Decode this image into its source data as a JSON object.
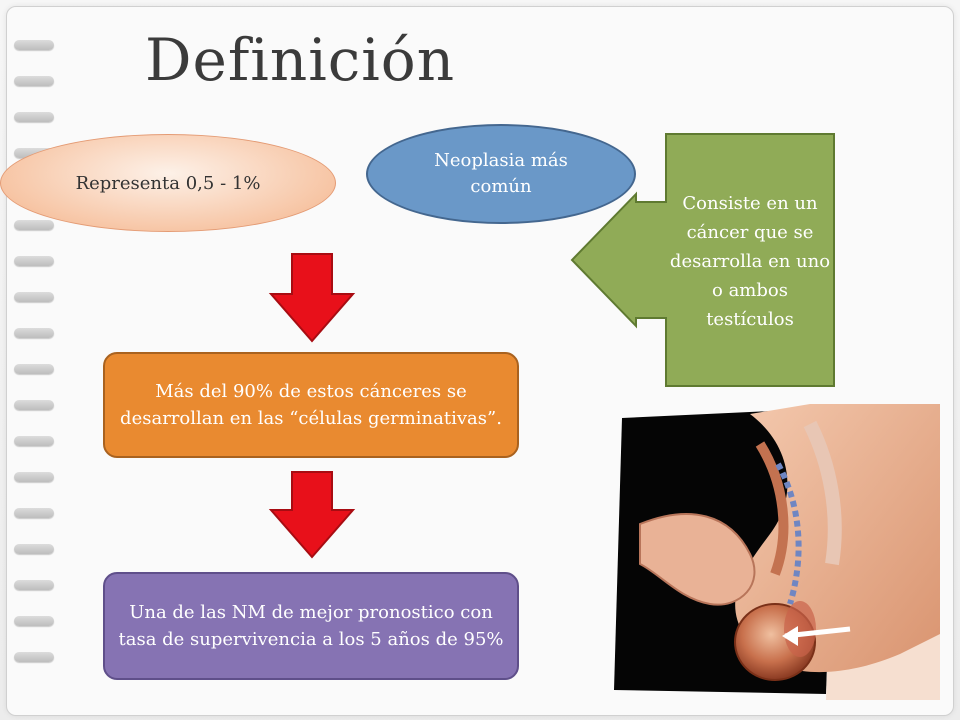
{
  "slide": {
    "title": "Definición",
    "oval_pink": "Representa 0,5 - 1%",
    "oval_blue": "Neoplasia más común",
    "callout": "Consiste en un cáncer que se desarrolla en uno o ambos testículos",
    "box_orange": "Más del 90% de estos cánceres se desarrollan en las  “células germinativas”.",
    "box_purple": "Una de las NM de mejor pronostico con tasa de supervivencia a los 5 años de 95%"
  },
  "colors": {
    "pink_shape": "#f7c6a6",
    "blue_shape": "#6a98c8",
    "green_callout": "#90ab57",
    "red_arrow": "#e8101a",
    "orange_box": "#e98a30",
    "purple_box": "#8673b3"
  },
  "icons": {
    "down_arrow_1": "red-down-arrow-icon",
    "down_arrow_2": "red-down-arrow-icon",
    "illustration": "testicle-anatomy-illustration"
  }
}
